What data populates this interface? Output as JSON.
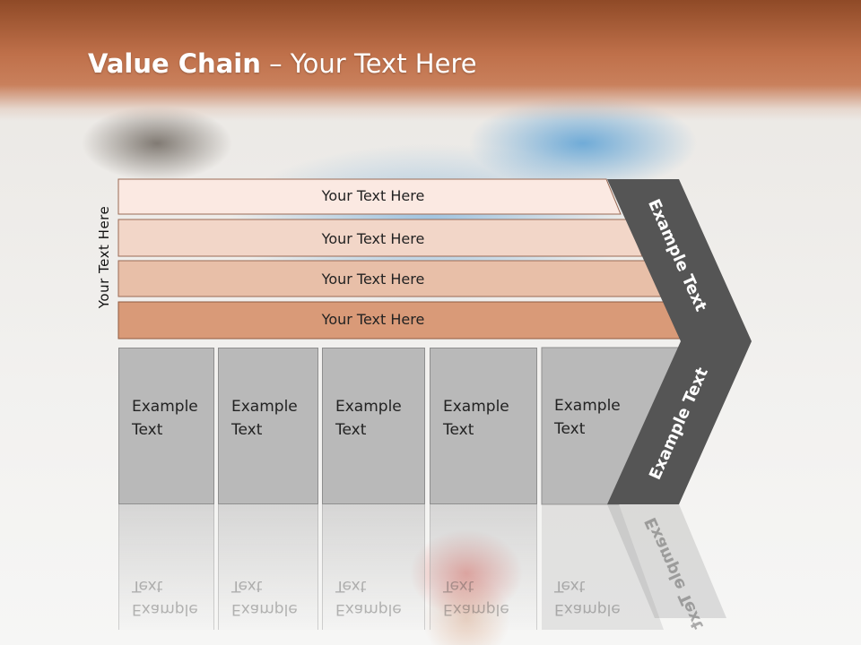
{
  "slide": {
    "title_bold": "Value Chain",
    "title_rest": " – Your Text Here",
    "side_label": "Your Text Here"
  },
  "bars": [
    {
      "label": "Your Text Here",
      "color": "#fbe9e2"
    },
    {
      "label": "Your Text Here",
      "color": "#f2d6c8"
    },
    {
      "label": "Your Text Here",
      "color": "#e8bfa8"
    },
    {
      "label": "Your Text Here",
      "color": "#d99a78"
    }
  ],
  "cells": [
    {
      "label": "Example\nText"
    },
    {
      "label": "Example\nText"
    },
    {
      "label": "Example\nText"
    },
    {
      "label": "Example\nText"
    },
    {
      "label": "Example\nText"
    }
  ],
  "arrow": {
    "upper_label": "Example Text",
    "lower_label": "Example Text",
    "color": "#555555"
  },
  "colors": {
    "header": "#b9673f",
    "cell_fill": "#b9b9b9",
    "bar_border": "#8f5a40"
  }
}
